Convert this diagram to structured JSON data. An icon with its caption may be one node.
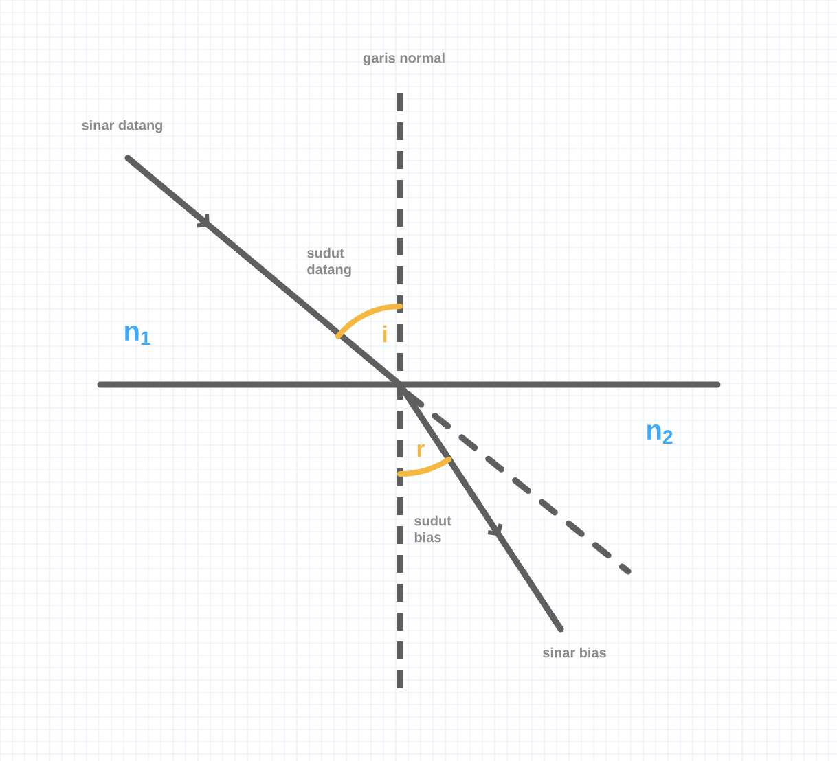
{
  "diagram": {
    "labels": [
      "garis normal",
      "sinar datang",
      "sudut datang",
      "n$_{1}$",
      "i",
      "n$_{2}$",
      "r",
      "sudut bias",
      "sinar bias"
    ]
  }
}
